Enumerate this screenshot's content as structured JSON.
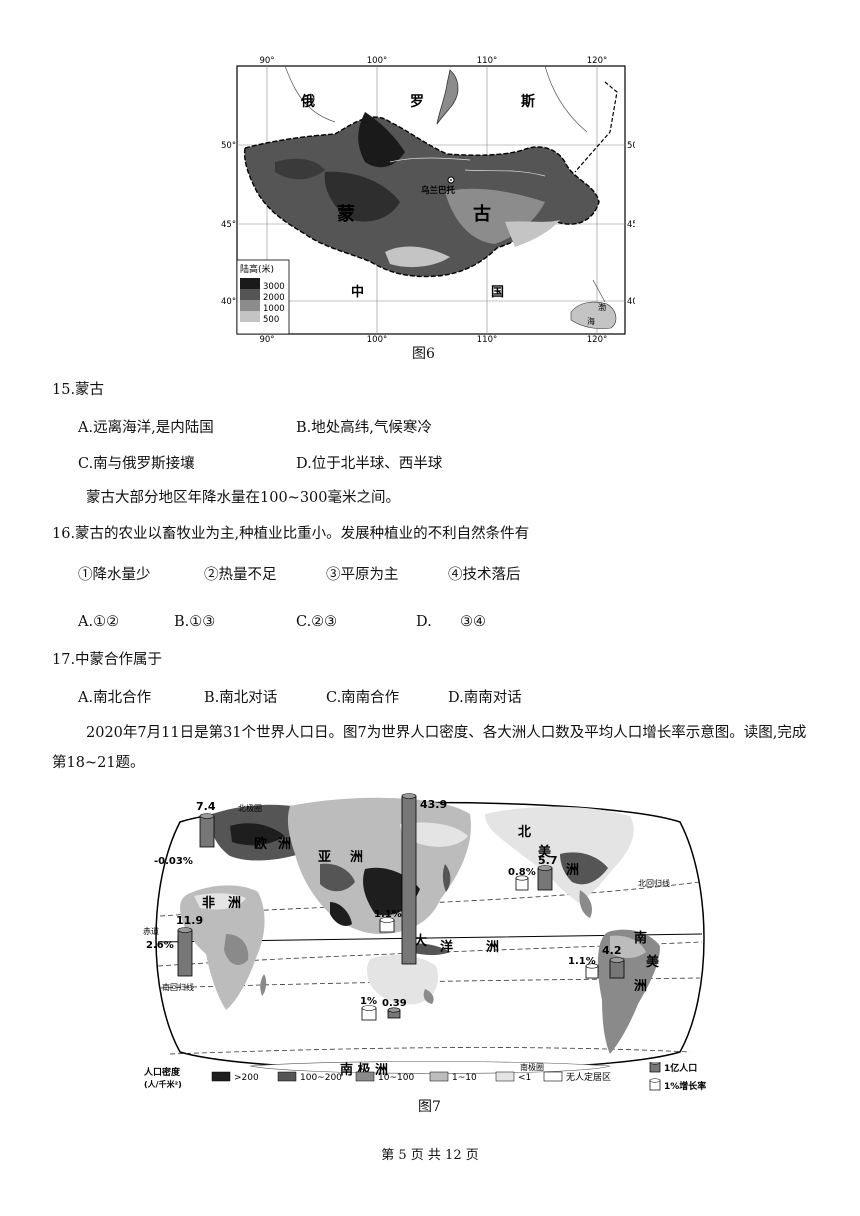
{
  "figure6": {
    "caption": "图6",
    "lon_labels": [
      "90°",
      "100°",
      "110°",
      "120°"
    ],
    "lat_labels": [
      "50°",
      "45°",
      "40°"
    ],
    "place_labels": {
      "russia": [
        "俄",
        "罗",
        "斯"
      ],
      "mongolia": [
        "蒙",
        "古"
      ],
      "china": [
        "中",
        "国"
      ],
      "capital": "乌兰巴托",
      "bohai": [
        "渤",
        "海"
      ]
    },
    "legend": {
      "title": "陆高(米)",
      "levels": [
        "3000",
        "2000",
        "1000",
        "500"
      ],
      "colors": [
        "#1a1a1a",
        "#555555",
        "#8c8c8c",
        "#c4c4c4"
      ]
    }
  },
  "q15": {
    "stem": "15.蒙古",
    "options": {
      "A": "A.远离海洋,是内陆国",
      "B": "B.地处高纬,气候寒冷",
      "C": "C.南与俄罗斯接壤",
      "D": "D.位于北半球、西半球"
    }
  },
  "intro_rain": "蒙古大部分地区年降水量在100~300毫米之间。",
  "q16": {
    "stem": "16.蒙古的农业以畜牧业为主,种植业比重小。发展种植业的不利自然条件有",
    "items": [
      "①降水量少",
      "②热量不足",
      "③平原为主",
      "④技术落后"
    ],
    "options": {
      "A": "A.①②",
      "B": "B.①③",
      "C": "C.②③",
      "D_prefix": "D.",
      "D_value": "③④"
    }
  },
  "q17": {
    "stem": "17.中蒙合作属于",
    "options": {
      "A": "A.南北合作",
      "B": "B.南北对话",
      "C": "C.南南合作",
      "D": "D.南南对话"
    }
  },
  "intro_world": {
    "line1": "2020年7月11日是第31个世界人口日。图7为世界人口密度、各大洲人口数及平均人口增长率示意图。读图,完成",
    "line2": "第18~21题。"
  },
  "figure7": {
    "caption": "图7",
    "continent_labels": {
      "europe": [
        "欧",
        "洲"
      ],
      "asia": [
        "亚",
        "洲"
      ],
      "africa": [
        "非",
        "洲"
      ],
      "north_america": [
        "北",
        "美",
        "洲"
      ],
      "south_america": [
        "南",
        "美",
        "洲"
      ],
      "oceania": [
        "大",
        "洋",
        "洲"
      ],
      "antarctica": "南  极  洲"
    },
    "line_labels": {
      "arctic": "北极圈",
      "tropic_cancer": "北回归线",
      "equator": "赤道",
      "tropic_capricorn": "南回归线",
      "antarctic": "南极圈"
    },
    "continent_stats": [
      {
        "continent": "欧洲",
        "population": "7.4",
        "growth": "-0.03%"
      },
      {
        "continent": "亚洲",
        "population": "43.9",
        "growth": "1.1%"
      },
      {
        "continent": "非洲",
        "population": "11.9",
        "growth": "2.6%"
      },
      {
        "continent": "北美洲",
        "population": "5.7",
        "growth": "0.8%"
      },
      {
        "continent": "南美洲",
        "population": "4.2",
        "growth": "1.1%"
      },
      {
        "continent": "大洋洲",
        "population": "0.39",
        "growth": "1%"
      }
    ],
    "legend": {
      "title_line1": "人口密度",
      "title_line2": "(人/千米²)",
      "items": [
        {
          "label": ">200",
          "color": "#1e1e1e"
        },
        {
          "label": "100~200",
          "color": "#555555"
        },
        {
          "label": "10~100",
          "color": "#8a8a8a"
        },
        {
          "label": "1~10",
          "color": "#bcbcbc"
        },
        {
          "label": "<1",
          "color": "#e4e4e4"
        },
        {
          "label": "无人定居区",
          "color": "#ffffff"
        }
      ],
      "pop_unit": "1亿人口",
      "growth_unit": "1%增长率"
    }
  },
  "footer": "第 5 页 共 12 页"
}
